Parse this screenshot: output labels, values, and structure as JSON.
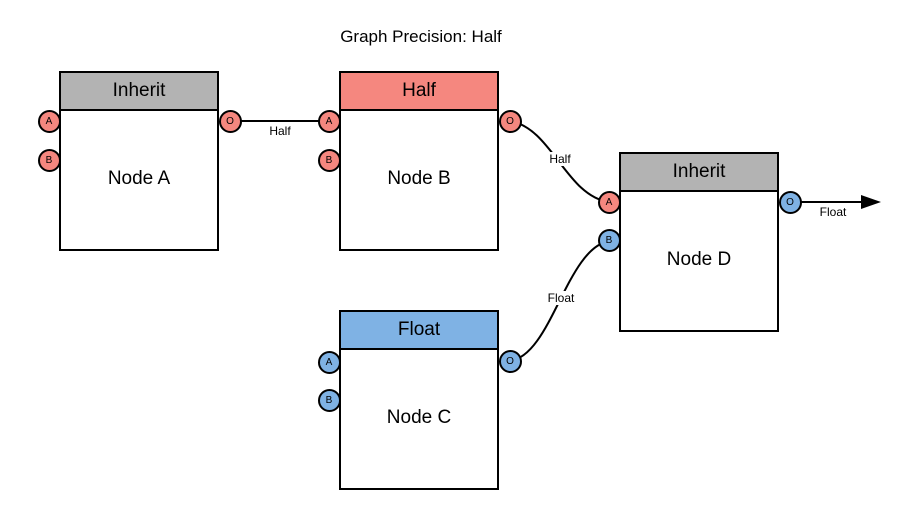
{
  "title": "Graph Precision: Half",
  "colors": {
    "gray_header": "#B3B3B3",
    "salmon": "#F5877F",
    "blue": "#7FB2E4",
    "edge": "#000000",
    "node_border": "#000000",
    "canvas_bg": "#FFFFFF"
  },
  "nodes": [
    {
      "header": "Inherit",
      "label": "Node A",
      "header_color": "#B3B3B3",
      "ports": [
        {
          "label": "A",
          "color": "#F5877F"
        },
        {
          "label": "B",
          "color": "#F5877F"
        },
        {
          "label": "O",
          "color": "#F5877F"
        }
      ]
    },
    {
      "header": "Half",
      "label": "Node B",
      "header_color": "#F5877F",
      "ports": [
        {
          "label": "A",
          "color": "#F5877F"
        },
        {
          "label": "B",
          "color": "#F5877F"
        },
        {
          "label": "O",
          "color": "#F5877F"
        }
      ]
    },
    {
      "header": "Float",
      "label": "Node C",
      "header_color": "#7FB2E4",
      "ports": [
        {
          "label": "A",
          "color": "#7FB2E4"
        },
        {
          "label": "B",
          "color": "#7FB2E4"
        },
        {
          "label": "O",
          "color": "#7FB2E4"
        }
      ]
    },
    {
      "header": "Inherit",
      "label": "Node D",
      "header_color": "#B3B3B3",
      "ports": [
        {
          "label": "A",
          "color": "#F5877F"
        },
        {
          "label": "B",
          "color": "#7FB2E4"
        },
        {
          "label": "O",
          "color": "#7FB2E4"
        }
      ]
    }
  ],
  "edges": [
    {
      "from": "node-a.O",
      "to": "node-b.A",
      "label": "Half"
    },
    {
      "from": "node-b.O",
      "to": "node-d.A",
      "label": "Half"
    },
    {
      "from": "node-c.O",
      "to": "node-d.B",
      "label": "Float"
    },
    {
      "from": "node-d.O",
      "to": "graph-output",
      "label": "Float"
    }
  ]
}
